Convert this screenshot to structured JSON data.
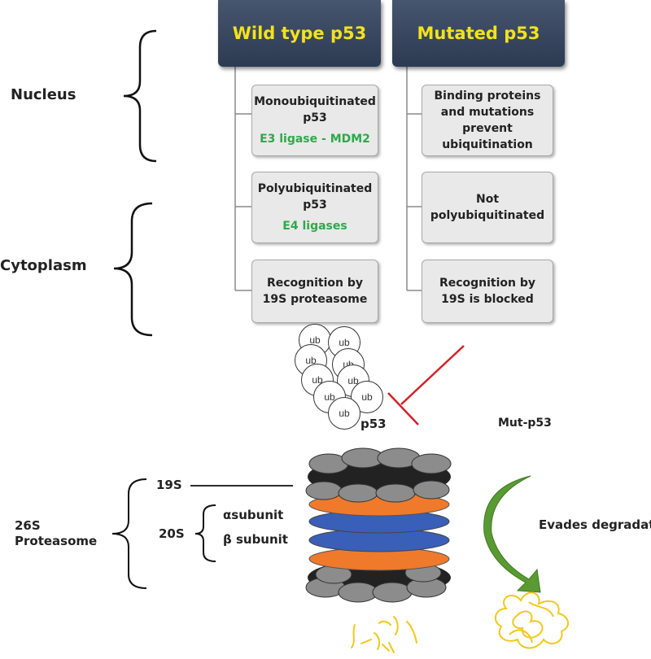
{
  "headers": {
    "wild_type": "Wild type p53",
    "mutated": "Mutated p53"
  },
  "wild_type_steps": [
    {
      "title": "Monoubiquitinated p53",
      "enzyme": "E3 ligase - MDM2"
    },
    {
      "title": "Polyubiquitinated p53",
      "enzyme": "E4 ligases"
    },
    {
      "title": "Recognition by 19S proteasome"
    }
  ],
  "mutated_steps": [
    {
      "title": "Binding proteins and mutations prevent ubiquitination"
    },
    {
      "title": "Not polyubiquitinated"
    },
    {
      "title": "Recognition by 19S is blocked"
    }
  ],
  "compartments": {
    "nucleus": "Nucleus",
    "cytoplasm": "Cytoplasm"
  },
  "ubiquitin_chain": {
    "unit_label": "ub",
    "count": 9,
    "substrate_label": "p53"
  },
  "mut_label": "Mut-p53",
  "proteasome": {
    "name": "26S Proteasome",
    "cap": "19S",
    "core": "20S",
    "alpha": "αsubunit",
    "beta": "β subunit"
  },
  "evades_label": "Evades degradation",
  "colors": {
    "header_text": "#f4e21a",
    "header_bg": "#34435c",
    "enzyme_text": "#2fa84a",
    "inhibition": "#d62027",
    "alpha_ring": "#ef7a2c",
    "beta_ring": "#3a5fb8",
    "arrow": "#5a9a32",
    "peptide": "#f2c81b"
  }
}
